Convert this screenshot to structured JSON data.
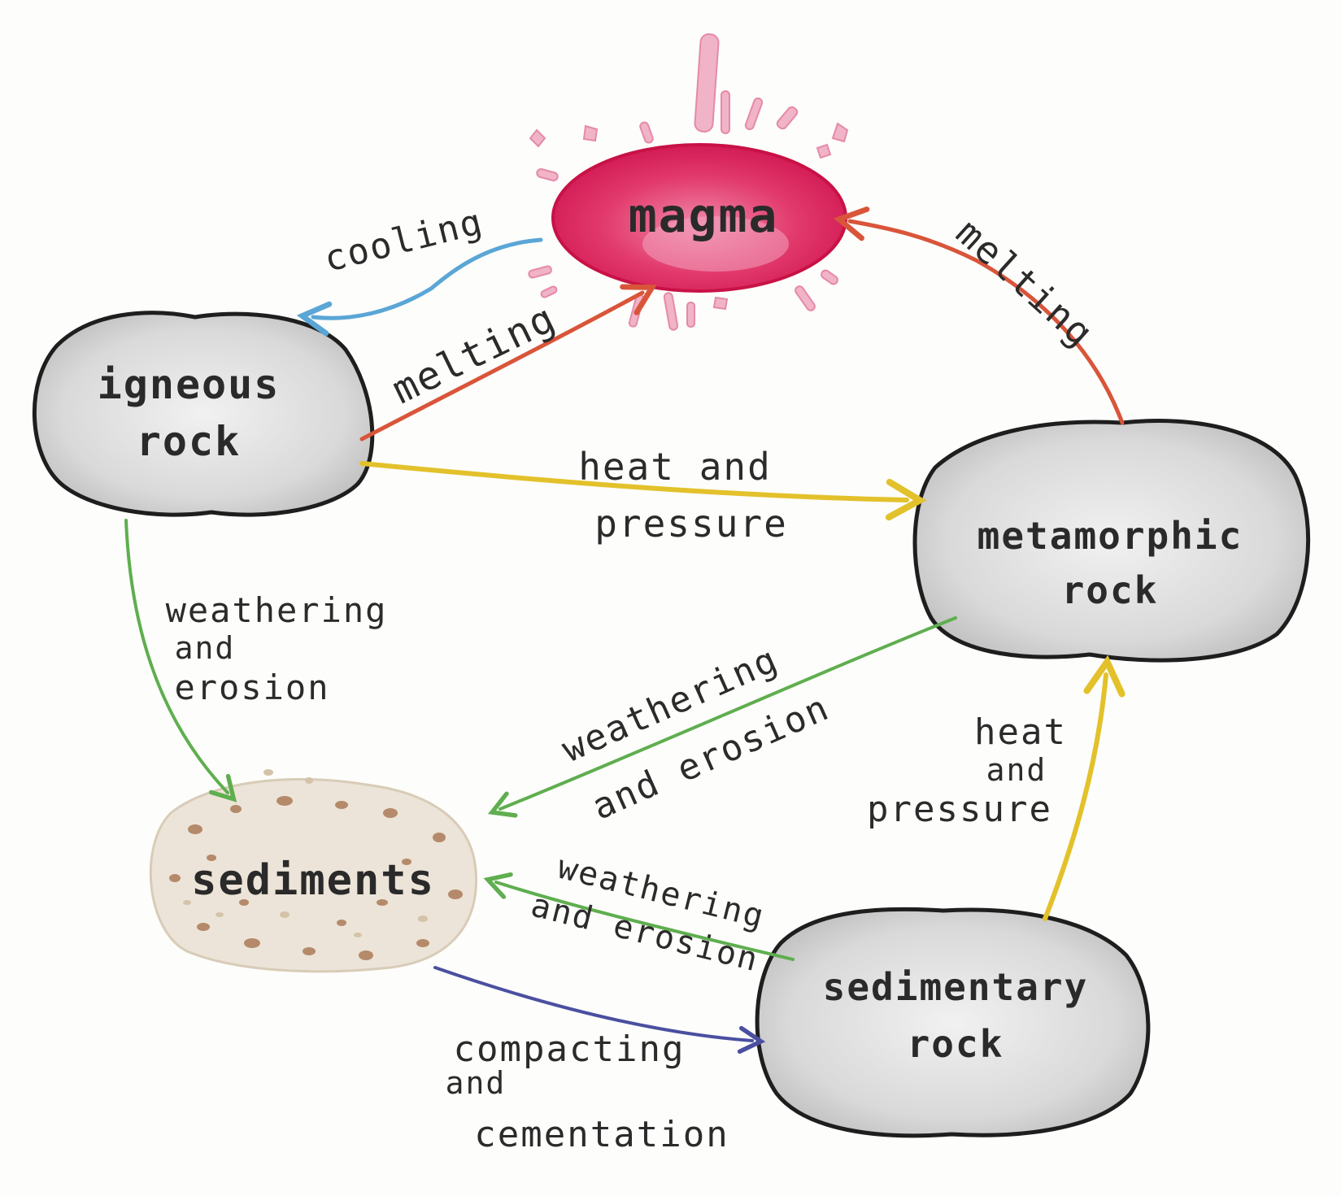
{
  "nodes": {
    "magma": {
      "label": "magma"
    },
    "igneous": {
      "line1": "igneous",
      "line2": "rock"
    },
    "metamorphic": {
      "line1": "metamorphic",
      "line2": "rock"
    },
    "sediments": {
      "label": "sediments"
    },
    "sedimentary": {
      "line1": "sedimentary",
      "line2": "rock"
    }
  },
  "edges": {
    "cooling": {
      "label": "cooling"
    },
    "igneous_melting": {
      "label": "melting"
    },
    "metamorphic_melting": {
      "label": "melting"
    },
    "igneous_heat": {
      "line1": "heat and",
      "line2": "pressure"
    },
    "igneous_weathering": {
      "line1": "weathering",
      "line2": "and",
      "line3": "erosion"
    },
    "metamorphic_weathering": {
      "line1": "weathering",
      "line2": "and erosion"
    },
    "sedimentary_heat": {
      "line1": "heat",
      "line2": "and",
      "line3": "pressure"
    },
    "sedimentary_weathering": {
      "line1": "weathering",
      "line2": "and erosion"
    },
    "compacting": {
      "line1": "compacting",
      "line2": "and",
      "line3": "cementation"
    }
  },
  "colors": {
    "magma_fill": "#e0245e",
    "magma_highlight": "#f2a3bd",
    "rock_fill": "#d8d8d8",
    "rock_outline": "#1e1e1e",
    "sediment_fill": "#ece4d8",
    "cooling_arrow": "#5aa6d6",
    "melting_arrow": "#d9553a",
    "heat_arrow": "#e3c12b",
    "weathering_arrow": "#5fae4f",
    "compacting_arrow": "#4a4fa0"
  }
}
